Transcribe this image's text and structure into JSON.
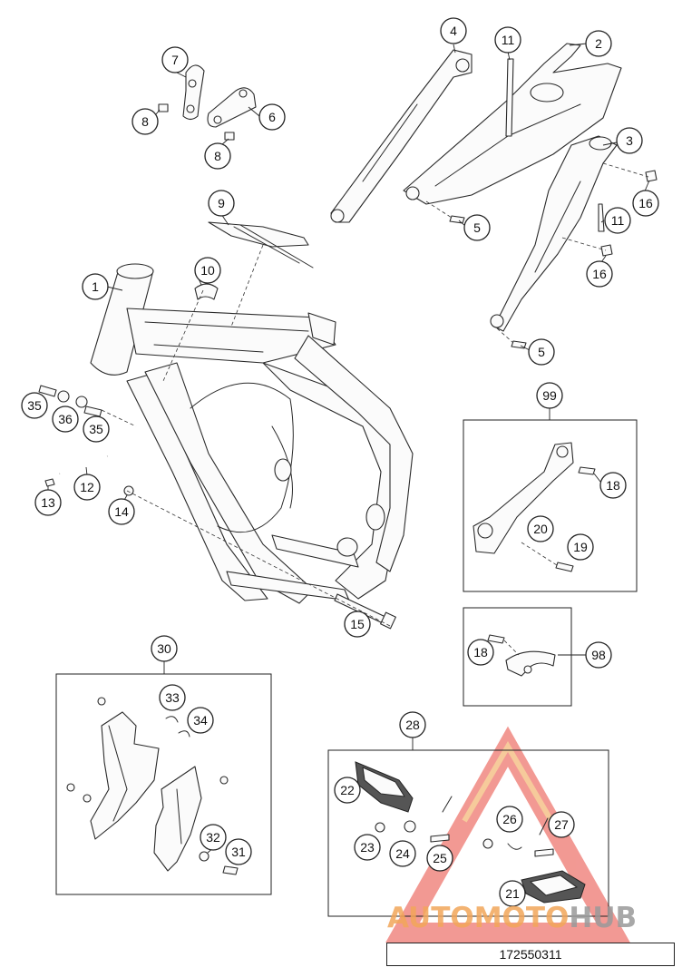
{
  "document_id": "172550311",
  "watermark": {
    "part1": "AUTOMOTO",
    "part2": "HUB",
    "color_primary": "#e8463c",
    "color_secondary": "#f0a04b",
    "color_gray": "#9a9a9a"
  },
  "callouts": [
    "1",
    "2",
    "3",
    "4",
    "5",
    "5",
    "6",
    "7",
    "8",
    "8",
    "9",
    "10",
    "11",
    "11",
    "12",
    "13",
    "14",
    "15",
    "16",
    "16",
    "35",
    "36",
    "35",
    "99",
    "18",
    "20",
    "19",
    "98",
    "18",
    "30",
    "33",
    "34",
    "32",
    "31",
    "28",
    "22",
    "26",
    "27",
    "23",
    "24",
    "25",
    "21"
  ]
}
